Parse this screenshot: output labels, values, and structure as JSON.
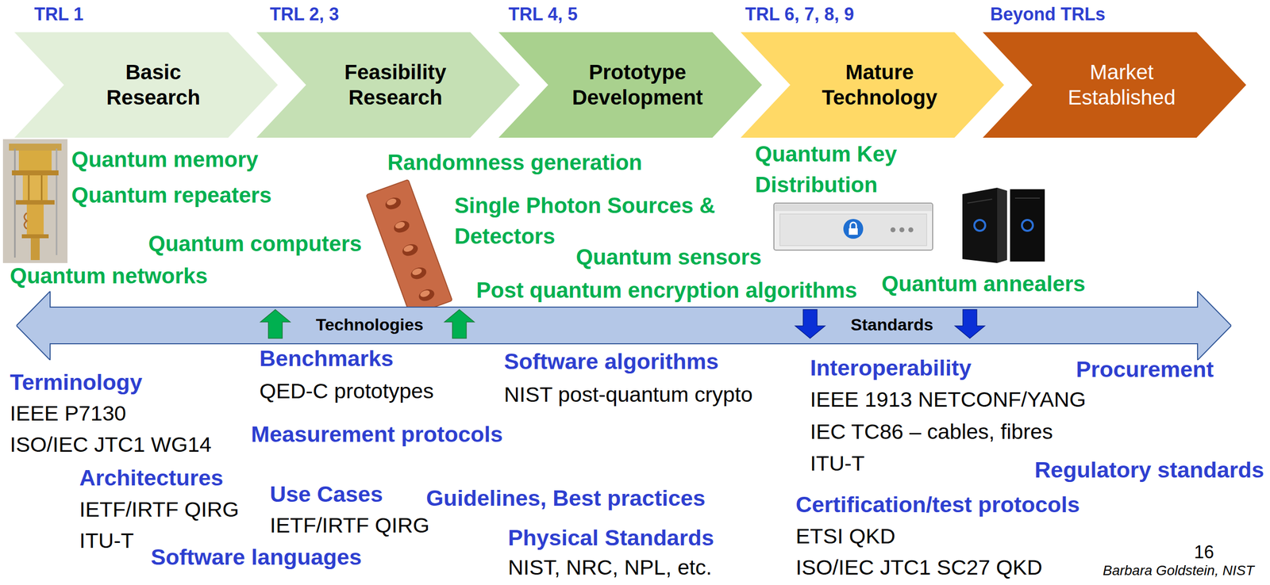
{
  "diagram": {
    "nodes": [
      {
        "text": [
          "TRL 1",
          "Basic Research"
        ]
      },
      {
        "text": [
          "TRL 2, 3",
          "Feasibility Research"
        ]
      },
      {
        "text": [
          "TRL 4, 5",
          "Prototype Development"
        ]
      },
      {
        "text": [
          "TRL 6, 7, 8, 9",
          "Mature Technology"
        ]
      },
      {
        "text": [
          "Beyond TRLs",
          "Market Established"
        ]
      },
      {
        "text": [
          "Technologies",
          "Standards"
        ]
      }
    ],
    "labels": [
      "Quantum memory",
      "Randomness generation",
      "Quantum Key Distribution",
      "Quantum repeaters",
      "Single Photon Sources & Detectors",
      "Quantum computers",
      "Quantum sensors",
      "Quantum networks",
      "Post quantum encryption algorithms",
      "Quantum annealers",
      "Benchmarks",
      "Software algorithms",
      "Interoperability",
      "Procurement",
      "Terminology",
      "QED-C prototypes",
      "NIST post-quantum crypto",
      "IEEE 1913 NETCONF/YANG",
      "IEEE P7130",
      "IEC TC86 – cables, fibres",
      "ISO/IEC JTC1 WG14",
      "Measurement protocols",
      "ITU-T",
      "Regulatory standards",
      "Architectures",
      "Use Cases",
      "Guidelines, Best practices",
      "Certification/test protocols",
      "IETF/IRTF QIRG",
      "IETF/IRTF QIRG",
      "ETSI QKD",
      "ITU-T",
      "Physical Standards",
      "16",
      "Software languages",
      "NIST, NRC, NPL, etc.",
      "ISO/IEC JTC1 SC27 QKD",
      "Barbara Goldstein, NIST"
    ]
  }
}
